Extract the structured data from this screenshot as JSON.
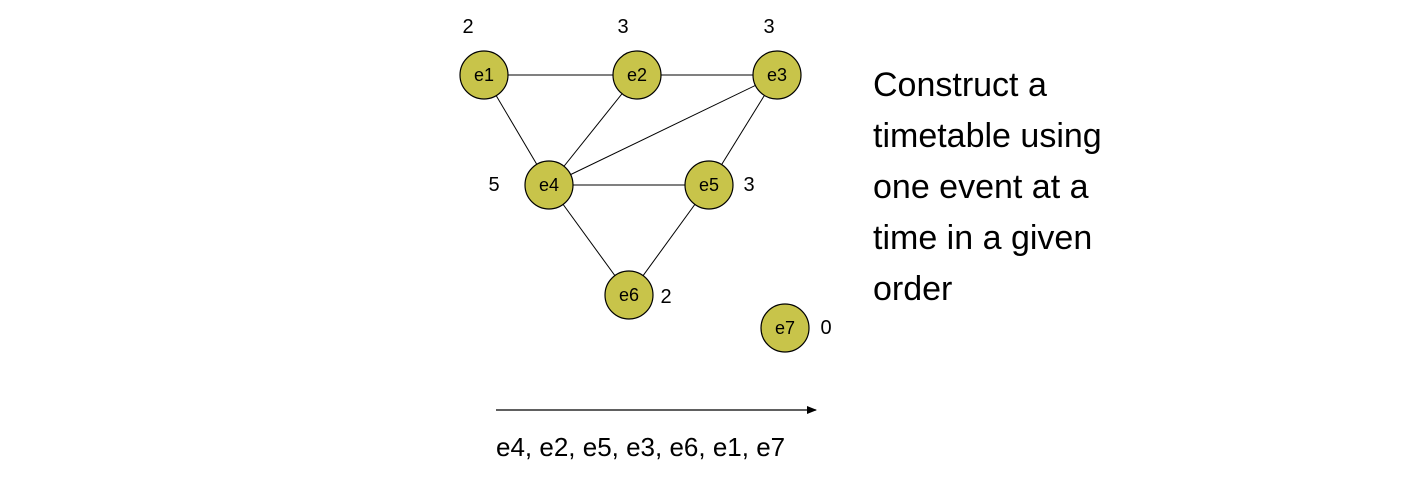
{
  "nodes": [
    {
      "id": "e1",
      "label": "e1",
      "degree": "2"
    },
    {
      "id": "e2",
      "label": "e2",
      "degree": "3"
    },
    {
      "id": "e3",
      "label": "e3",
      "degree": "3"
    },
    {
      "id": "e4",
      "label": "e4",
      "degree": "5"
    },
    {
      "id": "e5",
      "label": "e5",
      "degree": "3"
    },
    {
      "id": "e6",
      "label": "e6",
      "degree": "2"
    },
    {
      "id": "e7",
      "label": "e7",
      "degree": "0"
    }
  ],
  "edges": [
    [
      "e1",
      "e2"
    ],
    [
      "e2",
      "e3"
    ],
    [
      "e1",
      "e4"
    ],
    [
      "e2",
      "e4"
    ],
    [
      "e3",
      "e4"
    ],
    [
      "e3",
      "e5"
    ],
    [
      "e4",
      "e5"
    ],
    [
      "e4",
      "e6"
    ],
    [
      "e5",
      "e6"
    ]
  ],
  "node_color": "#c8c44a",
  "description": [
    "Construct a",
    "timetable using",
    "one event at a",
    "time in a given",
    "order"
  ],
  "order_text": "e4, e2, e5, e3, e6, e1, e7"
}
